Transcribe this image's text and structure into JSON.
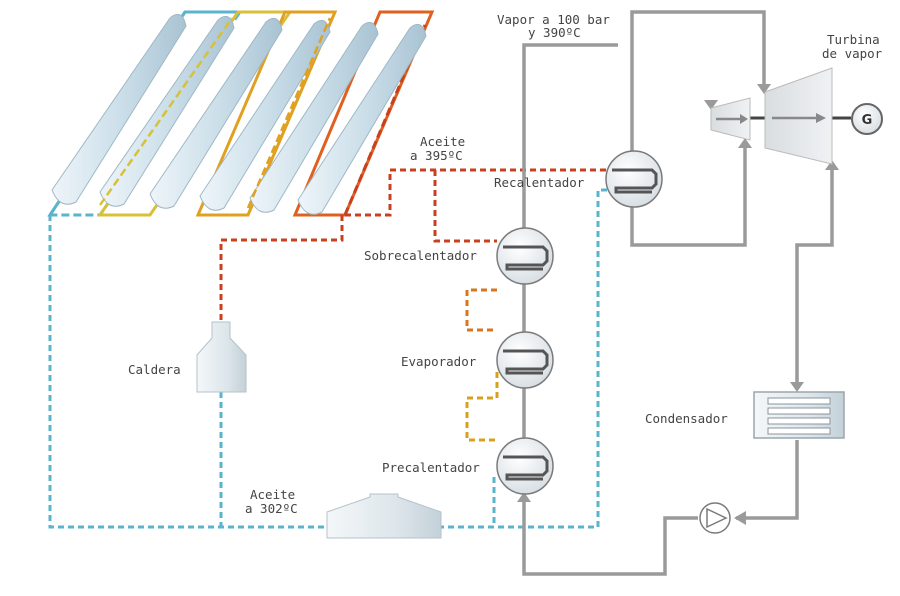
{
  "labels": {
    "steam": [
      "Vapor a 100 bar",
      "y 390ºC"
    ],
    "turbine": [
      "Turbina",
      "de vapor"
    ],
    "oil_hot": [
      "Aceite",
      "a 395ºC"
    ],
    "oil_cold": [
      "Aceite",
      "a 302ºC"
    ],
    "reheater": "Recalentador",
    "superheater": "Sobrecalentador",
    "evaporator": "Evaporador",
    "preheater": "Precalentador",
    "boiler": "Caldera",
    "condenser": "Condensador",
    "generator": "G"
  },
  "colors": {
    "steam_line": "#9a9a9a",
    "oil_cold": "#5bb3cc",
    "oil_hot": "#c8401e",
    "oil_mid": "#d98a1f",
    "oil_yellow": "#d8c038",
    "oil_orange": "#e07020",
    "collector": "#c9dde8",
    "equipment": "#e9eef1"
  },
  "icons": {
    "heat_exchanger": "coil-exchanger-icon",
    "pump": "pump-icon",
    "generator": "generator-icon"
  }
}
